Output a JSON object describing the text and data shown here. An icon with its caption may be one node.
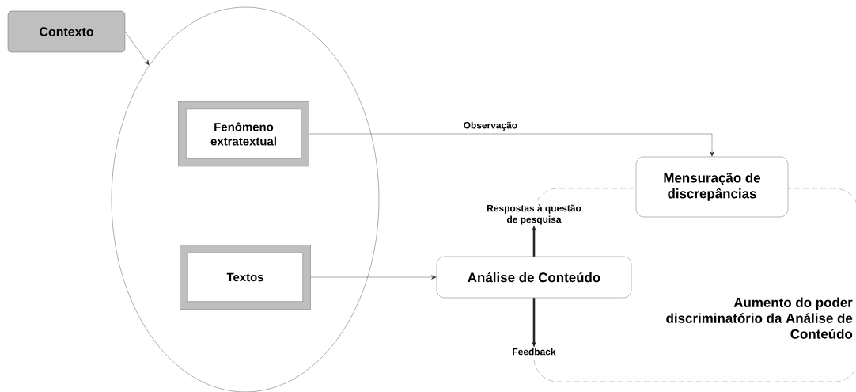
{
  "diagram": {
    "nodes": [
      {
        "text": [
          "Contexto"
        ]
      },
      {
        "text": [],
        "shape": "ellipse"
      },
      {
        "text": [
          "Fenômeno extratextual"
        ],
        "in": 1
      },
      {
        "text": [
          "Textos"
        ],
        "in": 1
      },
      {
        "text": [
          "Mensuração de discrepâncias"
        ]
      },
      {
        "text": [
          "Aumento do poder discriminatório da Análise de Conteúdo"
        ]
      },
      {
        "text": [
          "Análise de Conteúdo"
        ]
      },
      {
        "text": [
          "Respostas à questão de pesquisa"
        ]
      },
      {
        "text": [
          "Feedback"
        ]
      }
    ],
    "edges": [
      {
        "from": 0,
        "to": 1,
        "arrow": "to"
      },
      {
        "from": 2,
        "to": 4,
        "arrow": "to",
        "label": "Observação"
      },
      {
        "from": 3,
        "to": 6,
        "arrow": "to"
      },
      {
        "from": 6,
        "to": 7,
        "arrow": "to",
        "style": "thick"
      },
      {
        "from": 6,
        "to": 8,
        "arrow": "to",
        "style": "thick"
      }
    ]
  }
}
